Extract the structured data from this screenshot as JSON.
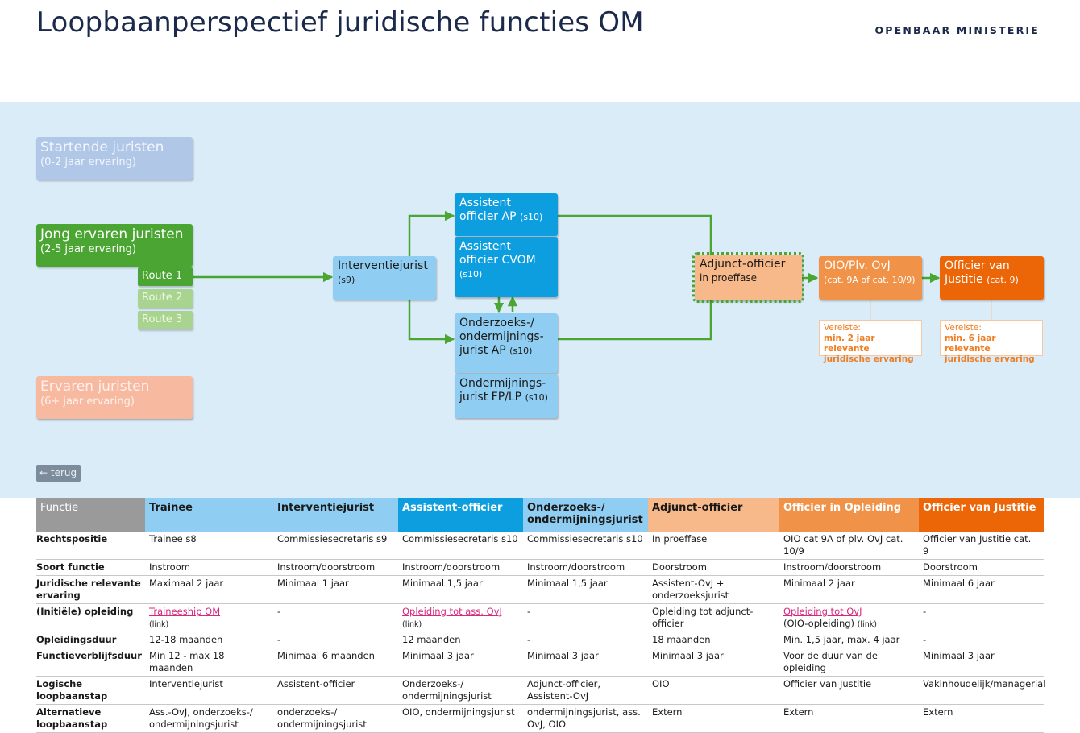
{
  "header": {
    "title": "Loopbaanperspectief juridische functies OM",
    "brand": "OPENBAAR MINISTERIE"
  },
  "levels": {
    "startende": {
      "title": "Startende juristen",
      "sub": "(0-2 jaar ervaring)"
    },
    "jong": {
      "title": "Jong ervaren juristen",
      "sub": "(2-5 jaar ervaring)"
    },
    "ervaren": {
      "title": "Ervaren juristen",
      "sub": "(6+ jaar ervaring)"
    }
  },
  "routes": [
    "Route 1",
    "Route 2",
    "Route 3"
  ],
  "nodes": {
    "interventie": {
      "title": "Interventiejurist",
      "scale": "(s9)"
    },
    "ass_ap": {
      "title": "Assistent officier AP",
      "scale": "(s10)"
    },
    "ass_cvom": {
      "title": "Assistent officier CVOM",
      "scale": "(s10)"
    },
    "onderzoeks": {
      "title": "Onderzoeks-/ ondermijnings- jurist AP",
      "scale": "(s10)"
    },
    "ondermijnings": {
      "title": "Ondermijnings- jurist FP/LP",
      "scale": "(s10)"
    },
    "adjunct": {
      "title": "Adjunct-officier",
      "sub": "in proeffase"
    },
    "oio": {
      "title": "OIO/Plv. OvJ",
      "scale": "(cat. 9A of cat. 10/9)"
    },
    "ovj": {
      "title": "Officier van Justitie",
      "scale": "(cat. 9)"
    }
  },
  "requirements": {
    "oio": {
      "label": "Vereiste:",
      "text": "min. 2 jaar relevante juridische ervaring"
    },
    "ovj": {
      "label": "Vereiste:",
      "text": "min. 6 jaar relevante juridische ervaring"
    }
  },
  "back_button": "← terug",
  "table": {
    "headers": [
      "Functie",
      "Trainee",
      "Interventiejurist",
      "Assistent-officier",
      "Onderzoeks-/ ondermijningsjurist",
      "Adjunct-officier",
      "Officier in Opleiding",
      "Officier van Justitie"
    ],
    "rows": [
      {
        "label": "Rechtspositie",
        "cells": [
          "Trainee s8",
          "Commissiesecretaris s9",
          "Commissiesecretaris s10",
          "Commissiesecretaris s10",
          "In proeffase",
          "OIO cat 9A of plv. OvJ cat. 10/9",
          "Officier van Justitie cat. 9"
        ]
      },
      {
        "label": "Soort functie",
        "cells": [
          "Instroom",
          "Instroom/doorstroom",
          "Instroom/doorstroom",
          "Instroom/doorstroom",
          "Doorstroom",
          "Instroom/doorstroom",
          "Doorstroom"
        ]
      },
      {
        "label": "Juridische relevante ervaring",
        "cells": [
          "Maximaal 2 jaar",
          "Minimaal 1 jaar",
          "Minimaal 1,5 jaar",
          "Minimaal 1,5 jaar",
          "Assistent-OvJ + onderzoeksjurist",
          "Minimaal 2 jaar",
          "Minimaal 6 jaar"
        ]
      },
      {
        "label": "(Initiële) opleiding",
        "cells": [
          {
            "link": "Traineeship OM",
            "note": "(link)"
          },
          "-",
          {
            "link": "Opleiding tot ass. OvJ",
            "note": "(link)"
          },
          "-",
          "Opleiding tot adjunct-officier",
          {
            "link": "Opleiding tot OvJ",
            "pre": "(OIO-opleiding)",
            "note": "(link)"
          },
          "-"
        ]
      },
      {
        "label": "Opleidingsduur",
        "cells": [
          "12-18 maanden",
          "-",
          "12 maanden",
          "-",
          "18 maanden",
          "Min. 1,5 jaar, max. 4 jaar",
          "-"
        ]
      },
      {
        "label": "Functieverblijfsduur",
        "cells": [
          "Min 12 - max 18 maanden",
          "Minimaal 6 maanden",
          "Minimaal 3 jaar",
          "Minimaal 3 jaar",
          "Minimaal 3 jaar",
          "Voor de duur van de opleiding",
          "Minimaal 3 jaar"
        ]
      },
      {
        "label": "Logische loopbaanstap",
        "cells": [
          "Interventiejurist",
          "Assistent-officier",
          "Onderzoeks-/ ondermijningsjurist",
          "Adjunct-officier, Assistent-OvJ",
          "OIO",
          "Officier van Justitie",
          "Vakinhoudelijk/managerial"
        ]
      },
      {
        "label": "Alternatieve loopbaanstap",
        "cells": [
          "Ass.-OvJ, onderzoeks-/ ondermijningsjurist",
          "onderzoeks-/ ondermijningsjurist",
          "OIO, ondermijningsjurist",
          "ondermijningsjurist, ass. OvJ, OIO",
          "Extern",
          "Extern",
          "Extern"
        ]
      }
    ]
  },
  "colors": {
    "panel_bg": "#daecf8",
    "green": "#4aa532",
    "blue_dark": "#0d9ee0",
    "blue_light": "#8fcdf2",
    "orange_light": "#f8b98a",
    "orange": "#f09248",
    "orange_dark": "#ec6608",
    "grey_header": "#9a9a9a",
    "link_pink": "#d6287e"
  }
}
